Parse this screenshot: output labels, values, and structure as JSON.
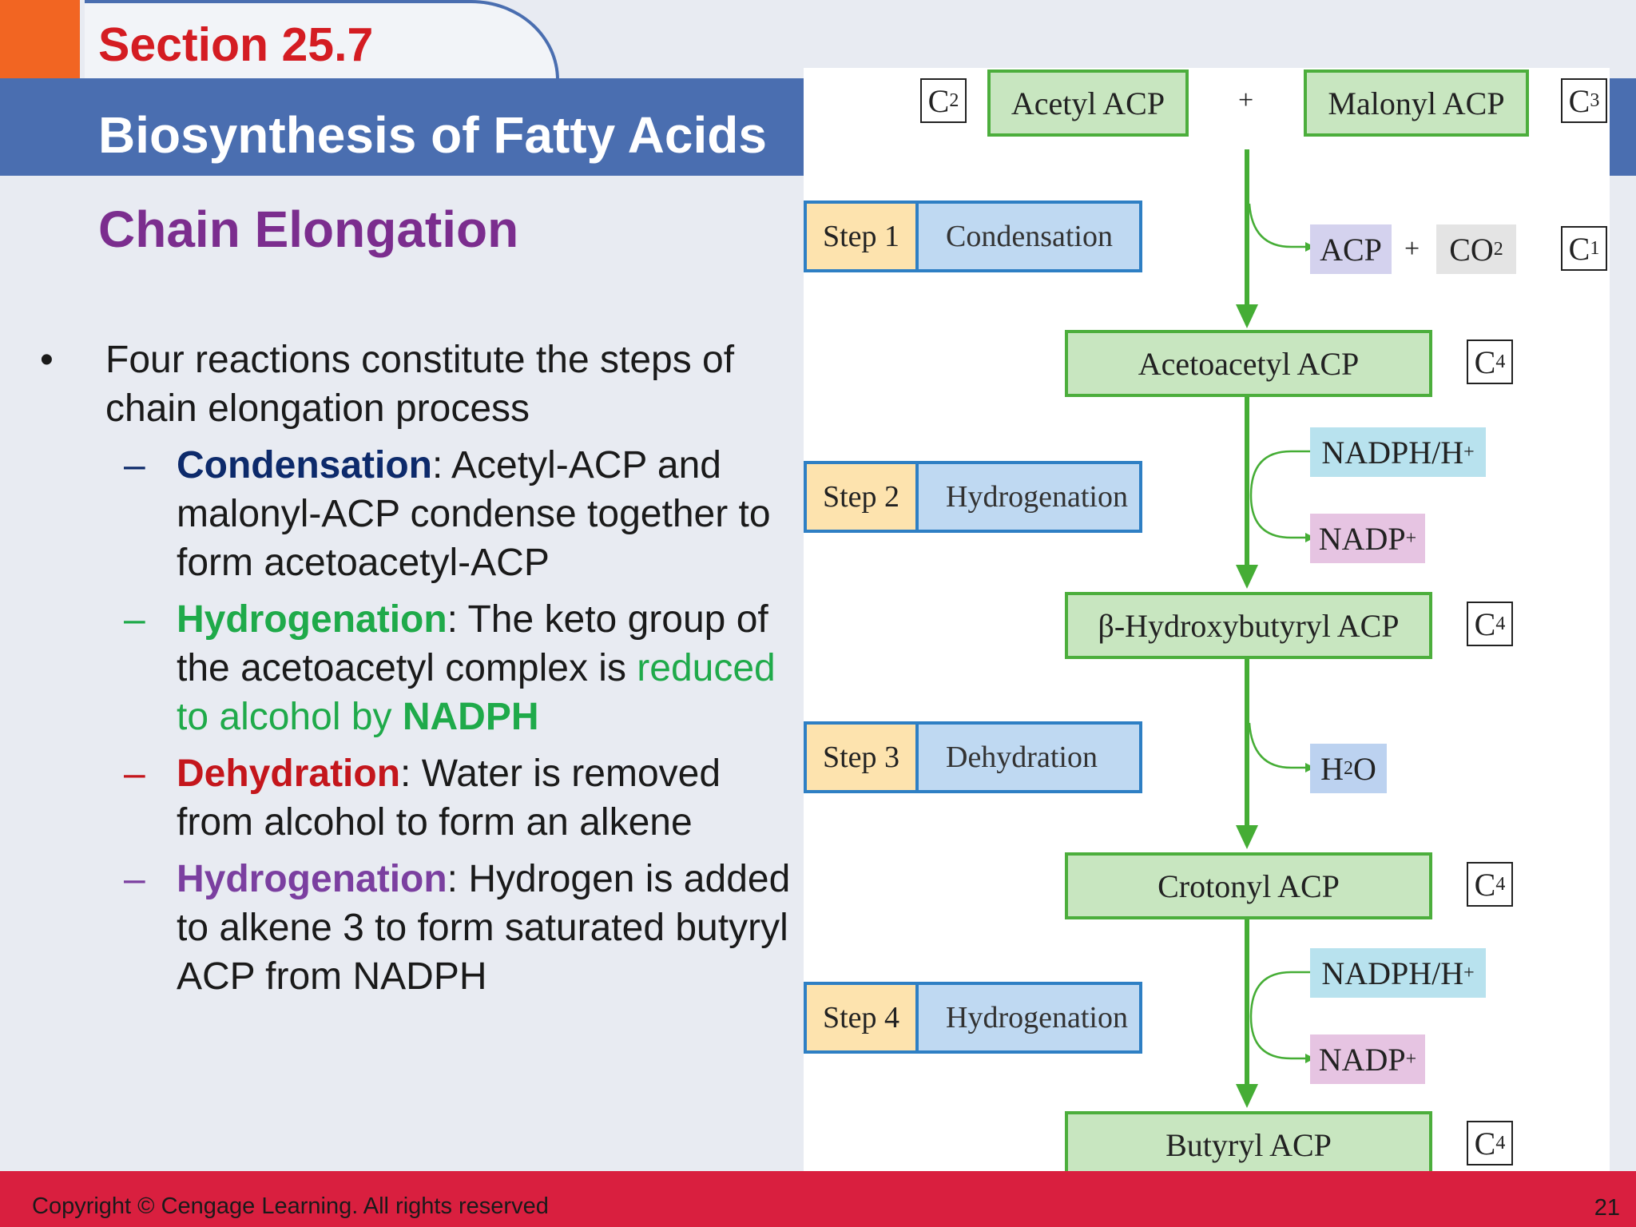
{
  "header": {
    "section": "Section 25.7",
    "title": "Biosynthesis of Fatty Acids",
    "subtitle": "Chain Elongation"
  },
  "bullets": {
    "main": "Four reactions constitute the steps of chain elongation process",
    "items": [
      {
        "term": "Condensation",
        "text": ": Acetyl-ACP and malonyl-ACP condense together to form acetoacetyl-ACP",
        "color": "#0d2a6b"
      },
      {
        "term": "Hydrogenation",
        "text": ": The keto group of the acetoacetyl complex is ",
        "text_highlight": "reduced to alcohol by ",
        "term2": "NADPH",
        "color": "#1faa4a"
      },
      {
        "term": "Dehydration",
        "text": ": Water is removed from alcohol to form an alkene",
        "color": "#c4161c"
      },
      {
        "term": "Hydrogenation",
        "text": ": Hydrogen is added to alkene 3 to form saturated butyryl ACP from NADPH",
        "color": "#7b3fa0"
      }
    ]
  },
  "diagram": {
    "reactant1": "Acetyl ACP",
    "reactant2": "Malonyl ACP",
    "plus": "+",
    "c_labels": {
      "c2": "C",
      "c2_sub": "2",
      "c3": "C",
      "c3_sub": "3",
      "c1": "C",
      "c1_sub": "1",
      "c4": "C",
      "c4_sub": "4"
    },
    "steps": [
      {
        "label": "Step 1",
        "name": "Condensation"
      },
      {
        "label": "Step 2",
        "name": "Hydrogenation"
      },
      {
        "label": "Step 3",
        "name": "Dehydration"
      },
      {
        "label": "Step 4",
        "name": "Hydrogenation"
      }
    ],
    "products": [
      "Acetoacetyl ACP",
      "β-Hydroxybutyryl ACP",
      "Crotonyl ACP",
      "Butyryl ACP"
    ],
    "cofactors": {
      "acp": "ACP",
      "co2_base": "CO",
      "co2_sub": "2",
      "nadph": "NADPH/H",
      "nadph_sup": "+",
      "nadp": "NADP",
      "nadp_sup": "+",
      "h2o_h": "H",
      "h2o_sub": "2",
      "h2o_o": "O"
    },
    "colors": {
      "arrow": "#45ad35",
      "step_border": "#2e7fc4"
    }
  },
  "footer": {
    "copyright": "Copyright © Cengage Learning. All rights reserved",
    "page": "21"
  }
}
